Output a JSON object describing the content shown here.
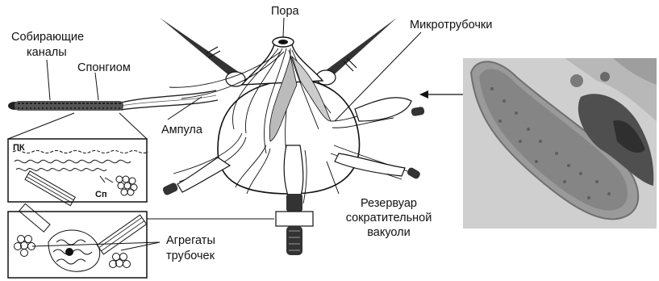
{
  "labels": {
    "collecting_canals_1": "Собирающие",
    "collecting_canals_2": "каналы",
    "spongiome": "Спонгиом",
    "pore": "Пора",
    "microtubules": "Микротрубочки",
    "ampulla": "Ампула",
    "reservoir_1": "Резервуар",
    "reservoir_2": "сократительной",
    "reservoir_3": "вакуоли",
    "aggregates_1": "Агрегаты",
    "aggregates_2": "трубочек",
    "inset_pk": "ПК",
    "inset_sp": "Сп"
  },
  "colors": {
    "ink": "#111111",
    "photo_bg": "#cfcfcf",
    "photo_cell": "#9a9a9a"
  }
}
